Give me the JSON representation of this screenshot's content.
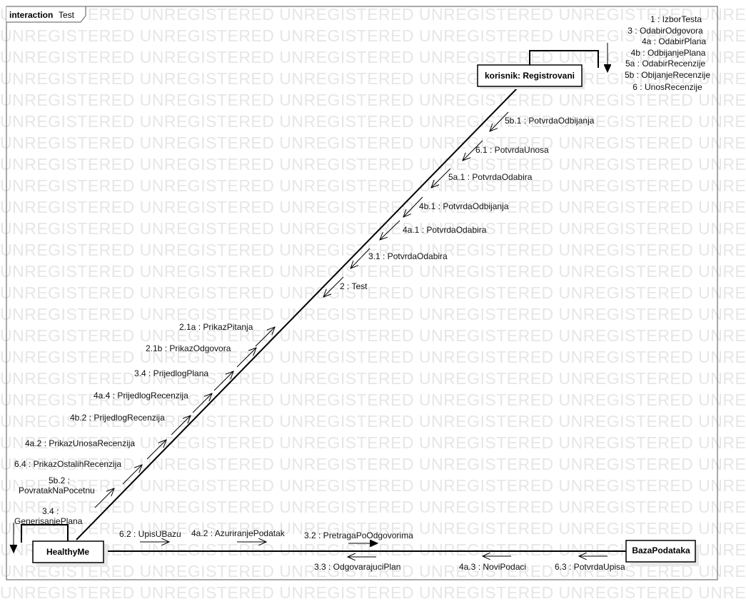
{
  "watermark": "UNREGISTERED",
  "frame": {
    "keyword": "interaction",
    "name": "Test"
  },
  "objects": {
    "registrovani": "korisnik: Registrovani",
    "healthyme": "HealthyMe",
    "baza": "BazaPodataka"
  },
  "self_messages_registrovani": [
    "1 : IzborTesta",
    "3 : OdabirOdgovora",
    "4a : OdabirPlana",
    "4b : OdbijanjePlana",
    "5a : OdabirRecenzije",
    "5b : ObijanjeRecenzije",
    "6 : UnosRecenzije"
  ],
  "messages_to_healthyme": [
    "5b.1 : PotvrdaOdbijanja",
    "6.1 : PotvrdaUnosa",
    "5a.1 : PotvrdaOdabira",
    "4b.1 : PotvrdaOdbijanja",
    "4a.1 : PotvrdaOdabira",
    "3.1 : PotvrdaOdabira",
    "2 : Test"
  ],
  "messages_to_registrovani": [
    "2.1a : PrikazPitanja",
    "2.1b : PrikazOdgovora",
    "3.4 : PrijedlogPlana",
    "4a.4 : PrijedlogRecenzija",
    "4b.2 : PrijedlogRecenzija",
    "4a.2 : PrikazUnosaRecenzija",
    "6.4 : PrikazOstalihRecenzija",
    "5b.2 :",
    "PovratakNaPocetnu"
  ],
  "self_messages_healthyme": [
    "3.4 :",
    "GenerisanjePlana"
  ],
  "messages_to_baza": [
    "6.2 : UpisUBazu",
    "4a.2 : AzuriranjePodatak",
    "3.2 : PretragaPoOdgovorima"
  ],
  "messages_from_baza": [
    "3.3 : OdgovarajuciPlan",
    "4a.3 : NoviPodaci",
    "6.3 : PotvrdaUpisa"
  ]
}
